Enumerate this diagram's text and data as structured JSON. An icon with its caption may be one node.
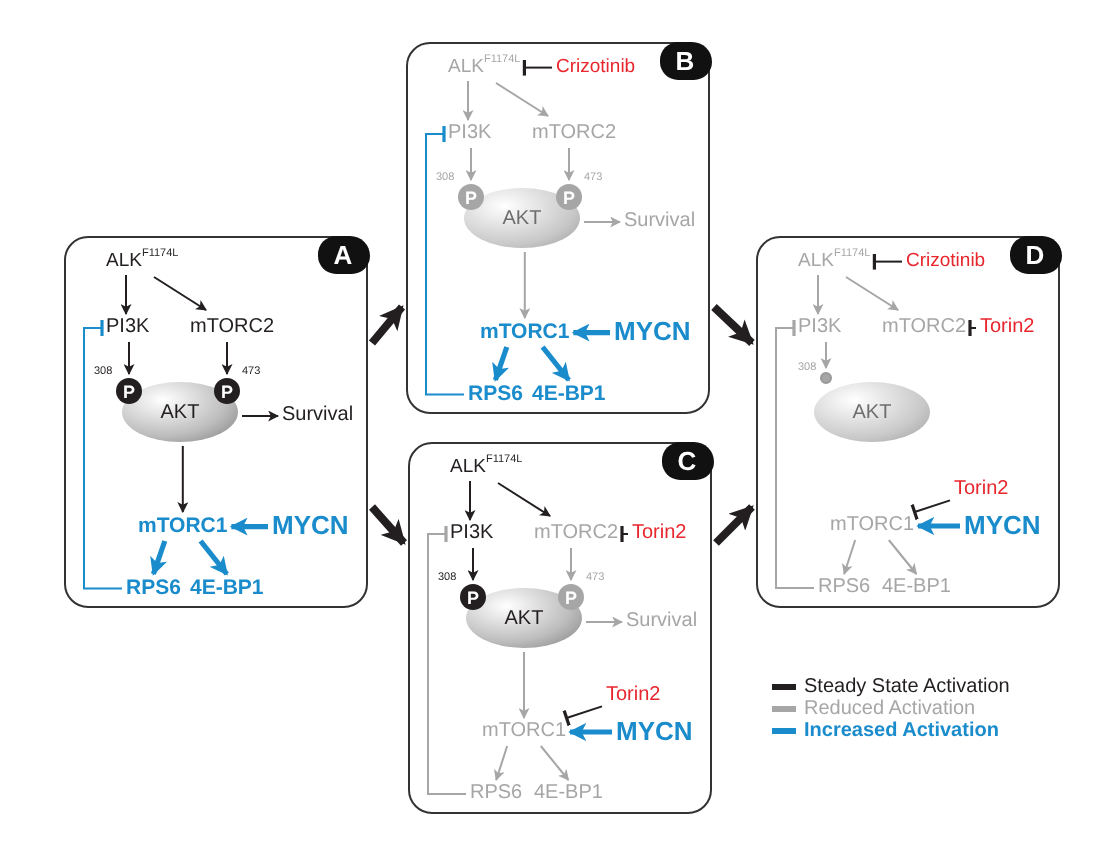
{
  "diagram": {
    "nodes": [
      {
        "text": [
          "A"
        ]
      },
      {
        "text": [
          "ALK$^{F1174L}$"
        ],
        "in": 0
      },
      {
        "text": [
          "PI3K"
        ],
        "in": 0
      },
      {
        "text": [
          "mTORC2"
        ],
        "in": 0
      },
      {
        "text": [
          "AKT"
        ],
        "in": 0
      },
      {
        "text": [
          "P"
        ],
        "in": 0,
        "beside": [
          "308"
        ]
      },
      {
        "text": [
          "P"
        ],
        "in": 0,
        "beside": [
          "473"
        ]
      },
      {
        "text": [
          "Survival"
        ],
        "in": 0
      },
      {
        "text": [
          "mTORC1"
        ],
        "in": 0
      },
      {
        "text": [
          "MYCN"
        ],
        "in": 0
      },
      {
        "text": [
          "RPS6"
        ],
        "in": 0
      },
      {
        "text": [
          "4E-BP1"
        ],
        "in": 0
      },
      {
        "text": [
          "B"
        ]
      },
      {
        "text": [
          "ALK$^{F1174L}$"
        ],
        "in": 12
      },
      {
        "text": [
          "Crizotinib"
        ],
        "in": 12
      },
      {
        "text": [
          "PI3K"
        ],
        "in": 12
      },
      {
        "text": [
          "mTORC2"
        ],
        "in": 12
      },
      {
        "text": [
          "AKT"
        ],
        "in": 12
      },
      {
        "text": [
          "P"
        ],
        "in": 12,
        "beside": [
          "308"
        ]
      },
      {
        "text": [
          "P"
        ],
        "in": 12,
        "beside": [
          "473"
        ]
      },
      {
        "text": [
          "Survival"
        ],
        "in": 12
      },
      {
        "text": [
          "mTORC1"
        ],
        "in": 12
      },
      {
        "text": [
          "MYCN"
        ],
        "in": 12
      },
      {
        "text": [
          "RPS6"
        ],
        "in": 12
      },
      {
        "text": [
          "4E-BP1"
        ],
        "in": 12
      },
      {
        "text": [
          "C"
        ]
      },
      {
        "text": [
          "ALK$^{F1174L}$"
        ],
        "in": 25
      },
      {
        "text": [
          "PI3K"
        ],
        "in": 25
      },
      {
        "text": [
          "mTORC2"
        ],
        "in": 25
      },
      {
        "text": [
          "Torin2"
        ],
        "in": 25
      },
      {
        "text": [
          "AKT"
        ],
        "in": 25
      },
      {
        "text": [
          "P"
        ],
        "in": 25,
        "beside": [
          "308"
        ]
      },
      {
        "text": [
          "P"
        ],
        "in": 25,
        "beside": [
          "473"
        ]
      },
      {
        "text": [
          "Survival"
        ],
        "in": 25
      },
      {
        "text": [
          "Torin2"
        ],
        "in": 25
      },
      {
        "text": [
          "mTORC1"
        ],
        "in": 25
      },
      {
        "text": [
          "MYCN"
        ],
        "in": 25
      },
      {
        "text": [
          "RPS6"
        ],
        "in": 25
      },
      {
        "text": [
          "4E-BP1"
        ],
        "in": 25
      },
      {
        "text": [
          "D"
        ]
      },
      {
        "text": [
          "ALK$^{F1174L}$"
        ],
        "in": 39
      },
      {
        "text": [
          "Crizotinib"
        ],
        "in": 39
      },
      {
        "text": [
          "PI3K"
        ],
        "in": 39
      },
      {
        "text": [
          "mTORC2"
        ],
        "in": 39
      },
      {
        "text": [
          "Torin2"
        ],
        "in": 39
      },
      {
        "text": [
          "AKT"
        ],
        "in": 39
      },
      {
        "text": [],
        "shape": "circle",
        "in": 39,
        "beside": [
          "308"
        ]
      },
      {
        "text": [
          "Torin2"
        ],
        "in": 39
      },
      {
        "text": [
          "mTORC1"
        ],
        "in": 39
      },
      {
        "text": [
          "MYCN"
        ],
        "in": 39
      },
      {
        "text": [
          "RPS6"
        ],
        "in": 39
      },
      {
        "text": [
          "4E-BP1"
        ],
        "in": 39
      }
    ],
    "edges": [
      {
        "from": 1,
        "to": 2,
        "arrow": "to"
      },
      {
        "from": 1,
        "to": 3,
        "arrow": "to"
      },
      {
        "from": 2,
        "to": 5,
        "arrow": "to"
      },
      {
        "from": 3,
        "to": 6,
        "arrow": "to"
      },
      {
        "from": 4,
        "to": 7,
        "arrow": "to"
      },
      {
        "from": 4,
        "to": 8,
        "arrow": "to"
      },
      {
        "from": 9,
        "to": 8,
        "arrow": "to",
        "style": "thick",
        "color": "#1a8ccc"
      },
      {
        "from": 8,
        "to": 10,
        "arrow": "to",
        "style": "thick",
        "color": "#1a8ccc"
      },
      {
        "from": 8,
        "to": 11,
        "arrow": "to",
        "style": "thick",
        "color": "#1a8ccc"
      },
      {
        "from": 10,
        "to": 2,
        "arrow": "other",
        "color": "#1a8ccc"
      },
      {
        "from": 14,
        "to": 13,
        "arrow": "other"
      },
      {
        "from": 13,
        "to": 15,
        "arrow": "to",
        "color": "#a6a6a6"
      },
      {
        "from": 13,
        "to": 16,
        "arrow": "to",
        "color": "#a6a6a6"
      },
      {
        "from": 15,
        "to": 18,
        "arrow": "to",
        "color": "#a6a6a6"
      },
      {
        "from": 16,
        "to": 19,
        "arrow": "to",
        "color": "#a6a6a6"
      },
      {
        "from": 17,
        "to": 20,
        "arrow": "to",
        "color": "#a6a6a6"
      },
      {
        "from": 17,
        "to": 21,
        "arrow": "to",
        "color": "#a6a6a6"
      },
      {
        "from": 22,
        "to": 21,
        "arrow": "to",
        "style": "thick",
        "color": "#1a8ccc"
      },
      {
        "from": 21,
        "to": 23,
        "arrow": "to",
        "style": "thick",
        "color": "#1a8ccc"
      },
      {
        "from": 21,
        "to": 24,
        "arrow": "to",
        "style": "thick",
        "color": "#1a8ccc"
      },
      {
        "from": 23,
        "to": 15,
        "arrow": "other",
        "color": "#1a8ccc"
      },
      {
        "from": 26,
        "to": 27,
        "arrow": "to"
      },
      {
        "from": 26,
        "to": 28,
        "arrow": "to"
      },
      {
        "from": 29,
        "to": 28,
        "arrow": "other"
      },
      {
        "from": 27,
        "to": 31,
        "arrow": "to"
      },
      {
        "from": 28,
        "to": 32,
        "arrow": "to",
        "color": "#a6a6a6"
      },
      {
        "from": 30,
        "to": 33,
        "arrow": "to",
        "color": "#a6a6a6"
      },
      {
        "from": 30,
        "to": 35,
        "arrow": "to",
        "color": "#a6a6a6"
      },
      {
        "from": 34,
        "to": 35,
        "arrow": "other"
      },
      {
        "from": 36,
        "to": 35,
        "arrow": "to",
        "style": "thick",
        "color": "#1a8ccc"
      },
      {
        "from": 35,
        "to": 37,
        "arrow": "to",
        "color": "#a6a6a6"
      },
      {
        "from": 35,
        "to": 38,
        "arrow": "to",
        "color": "#a6a6a6"
      },
      {
        "from": 37,
        "to": 27,
        "arrow": "other",
        "color": "#a6a6a6"
      },
      {
        "from": 41,
        "to": 40,
        "arrow": "other"
      },
      {
        "from": 40,
        "to": 42,
        "arrow": "to",
        "color": "#a6a6a6"
      },
      {
        "from": 40,
        "to": 43,
        "arrow": "to",
        "color": "#a6a6a6"
      },
      {
        "from": 44,
        "to": 43,
        "arrow": "other"
      },
      {
        "from": 42,
        "to": 46,
        "arrow": "to",
        "color": "#a6a6a6"
      },
      {
        "from": 47,
        "to": 48,
        "arrow": "other"
      },
      {
        "from": 49,
        "to": 48,
        "arrow": "to",
        "style": "thick",
        "color": "#1a8ccc"
      },
      {
        "from": 48,
        "to": 50,
        "arrow": "to",
        "color": "#a6a6a6"
      },
      {
        "from": 48,
        "to": 51,
        "arrow": "to",
        "color": "#a6a6a6"
      },
      {
        "from": 50,
        "to": 42,
        "arrow": "other",
        "color": "#a6a6a6"
      },
      {
        "from": 0,
        "to": 12,
        "arrow": "to",
        "style": "thick"
      },
      {
        "from": 0,
        "to": 25,
        "arrow": "to",
        "style": "thick"
      },
      {
        "from": 12,
        "to": 39,
        "arrow": "to",
        "style": "thick"
      },
      {
        "from": 25,
        "to": 39,
        "arrow": "to",
        "style": "thick"
      }
    ],
    "legend": [
      {
        "text": "Steady State Activation"
      },
      {
        "text": "Reduced Activation"
      },
      {
        "text": "Increased Activation"
      }
    ]
  }
}
